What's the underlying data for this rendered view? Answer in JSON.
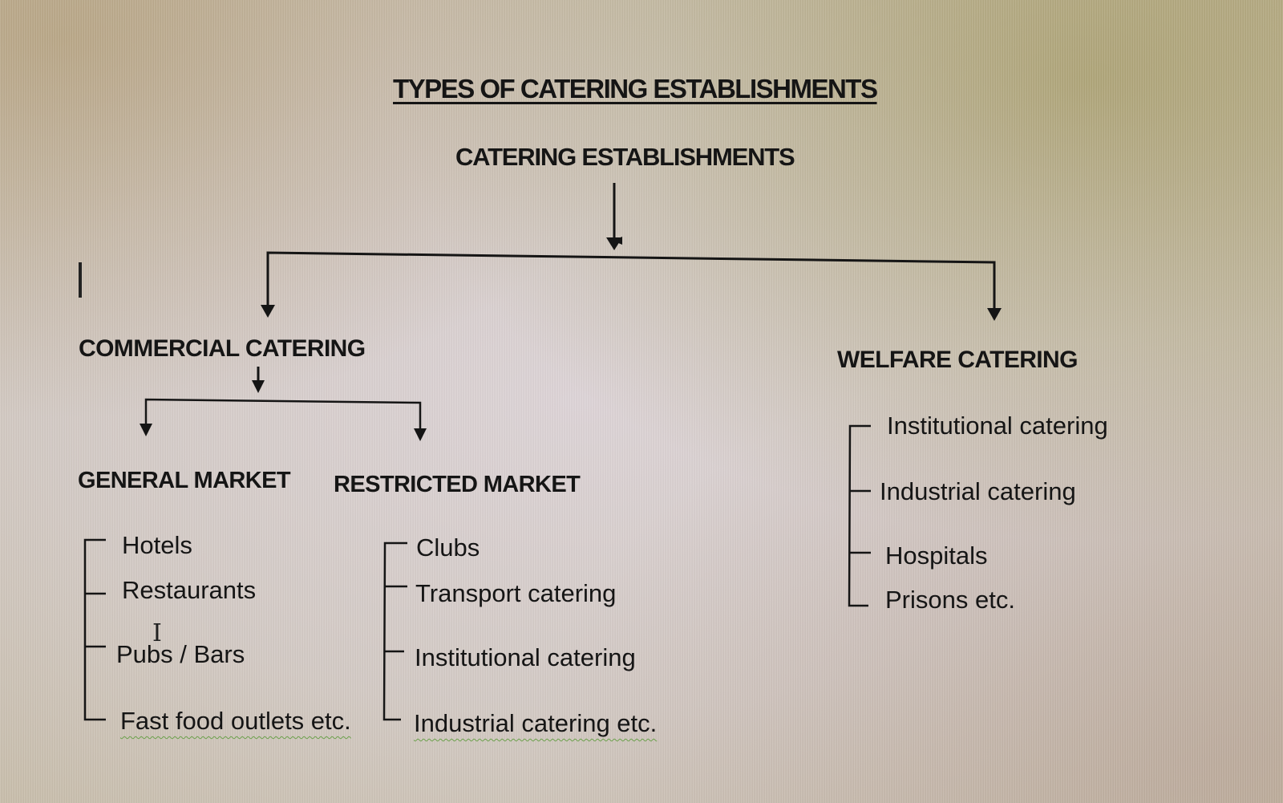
{
  "document": {
    "title": "TYPES OF CATERING ESTABLISHMENTS",
    "root": "CATERING ESTABLISHMENTS",
    "branches": {
      "commercial": {
        "label": "COMMERCIAL CATERING",
        "general_market": {
          "label": "GENERAL MARKET",
          "items": [
            "Hotels",
            "Restaurants",
            "Pubs / Bars",
            "Fast food outlets etc."
          ]
        },
        "restricted_market": {
          "label": "RESTRICTED MARKET",
          "items": [
            "Clubs",
            "Transport catering",
            "Institutional catering",
            "Industrial catering etc."
          ]
        }
      },
      "welfare": {
        "label": "WELFARE CATERING",
        "items": [
          "Institutional catering",
          "Industrial catering",
          "Hospitals",
          "Prisons etc."
        ]
      }
    }
  },
  "cursor": {
    "ibeam_glyph": "I"
  },
  "colors": {
    "text": "#151515",
    "spellcheck_underline": "#6aa04a"
  }
}
